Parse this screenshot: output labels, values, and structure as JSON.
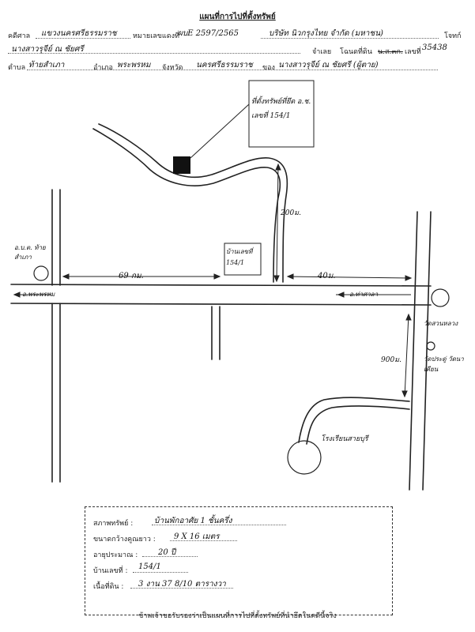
{
  "header": {
    "title": "แผนที่การไปที่ตั้งทรัพย์",
    "court_label": "คดีศาล",
    "court_value": "แขวงนครศรีธรรมราช",
    "case_no_label": "หมายเลขแดงที่",
    "case_no_value": "ผบE 2597/2565",
    "plaintiff_value": "บริษัท นิวกรุงไทย จำกัด (มหาชน)",
    "plaintiff_label": "โจทก์",
    "defendant_value": "นางสาวรุจีย์ ณ ชัยศรี",
    "defendant_label": "จำเลย",
    "deed_label": "โฉนดที่ดิน",
    "deed_struck": "น.ส.๓ก.",
    "deed_no_label": "เลขที่",
    "deed_no_value": "35438",
    "subdistrict_label": "ตำบล",
    "subdistrict_value": "ท้ายสำเภา",
    "district_label": "อำเภอ",
    "district_value": "พระพรหม",
    "province_label": "จังหวัด",
    "province_value": "นครศรีธรรมราช",
    "owner_label": "ของ",
    "owner_value": "นางสาวรุจีย์ ณ ชัยศรี (ผู้ตาย)"
  },
  "map": {
    "property_note": "ที่ตั้งทรัพย์ที่ยึด อ.ช. เลขที่ 154/1",
    "dist_200": "200ม.",
    "house_label": "บ้านเลขที่ 154/1",
    "left_label": "อ.บ.ต. ท้ายสำเภา",
    "dist_69": "69 กม.",
    "dist_40": "40ม.",
    "road_left": "อ.พระพรหม",
    "road_right": "อ.ท่าศาลา",
    "right_label1": "วัดสวนหลวง",
    "right_label2": "วัดประดู่ วัดนาเคียน",
    "dist_900": "900ม.",
    "bottom_label": "โรงเรียนสายบุรี"
  },
  "info": {
    "type_label": "สภาพทรัพย์ :",
    "type_value": "บ้านพักอาศัย 1 ชั้นครึ่ง",
    "size_label": "ขนาดกว้างคูณยาว :",
    "size_value": "9 X 16 เมตร",
    "age_label": "อายุประมาณ :",
    "age_value": "20 ปี",
    "house_no_label": "บ้านเลขที่ :",
    "house_no_value": "154/1",
    "area_label": "เนื้อที่ดิน :",
    "area_value": "3 งาน 37 8/10 ตารางวา"
  },
  "footer": {
    "certify": "ข้าพเจ้าขอรับรองว่าเป็นแผนที่การไปที่ตั้งทรัพย์ที่นำยึดในคดีนี้จริง"
  }
}
